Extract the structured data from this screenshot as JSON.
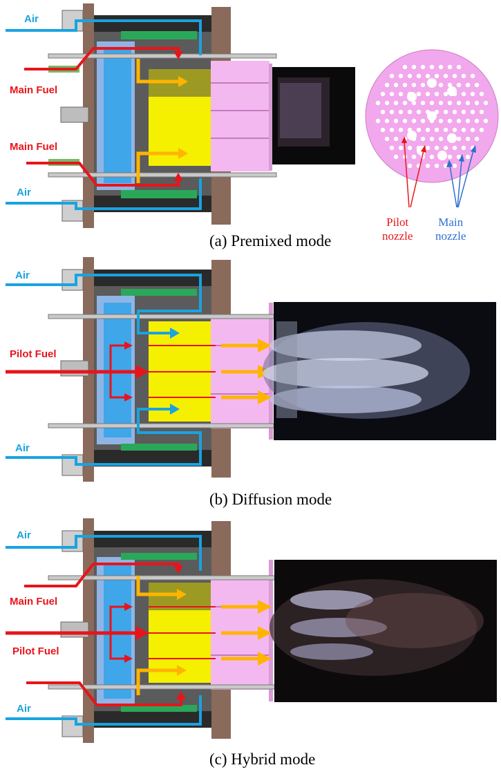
{
  "panels": [
    {
      "id": "a",
      "caption": "(a) Premixed mode",
      "labels": [
        {
          "text": "Air",
          "kind": "air"
        },
        {
          "text": "Main Fuel",
          "kind": "fuel"
        },
        {
          "text": "Main Fuel",
          "kind": "fuel"
        },
        {
          "text": "Air",
          "kind": "air"
        }
      ]
    },
    {
      "id": "b",
      "caption": "(b) Diffusion mode",
      "labels": [
        {
          "text": "Air",
          "kind": "air"
        },
        {
          "text": "Pilot Fuel",
          "kind": "fuel"
        },
        {
          "text": "Air",
          "kind": "air"
        }
      ]
    },
    {
      "id": "c",
      "caption": "(c) Hybrid mode",
      "labels": [
        {
          "text": "Air",
          "kind": "air"
        },
        {
          "text": "Main Fuel",
          "kind": "fuel"
        },
        {
          "text": "Pilot Fuel",
          "kind": "fuel"
        },
        {
          "text": "Air",
          "kind": "air"
        }
      ]
    }
  ],
  "nozzle_plate": {
    "pilot_label": [
      "Pilot",
      "nozzle"
    ],
    "main_label": [
      "Main",
      "nozzle"
    ],
    "plate_color": "#f2a8ec",
    "pilot_color": "#e8141b",
    "main_color": "#2f6fd1"
  },
  "colors": {
    "air": "#19a3e0",
    "fuel": "#e8141b",
    "mix": "#ffb400",
    "body_brown": "#8a6a5a",
    "core_yellow": "#f5ef00",
    "liner_pink": "#f4b8f0"
  }
}
